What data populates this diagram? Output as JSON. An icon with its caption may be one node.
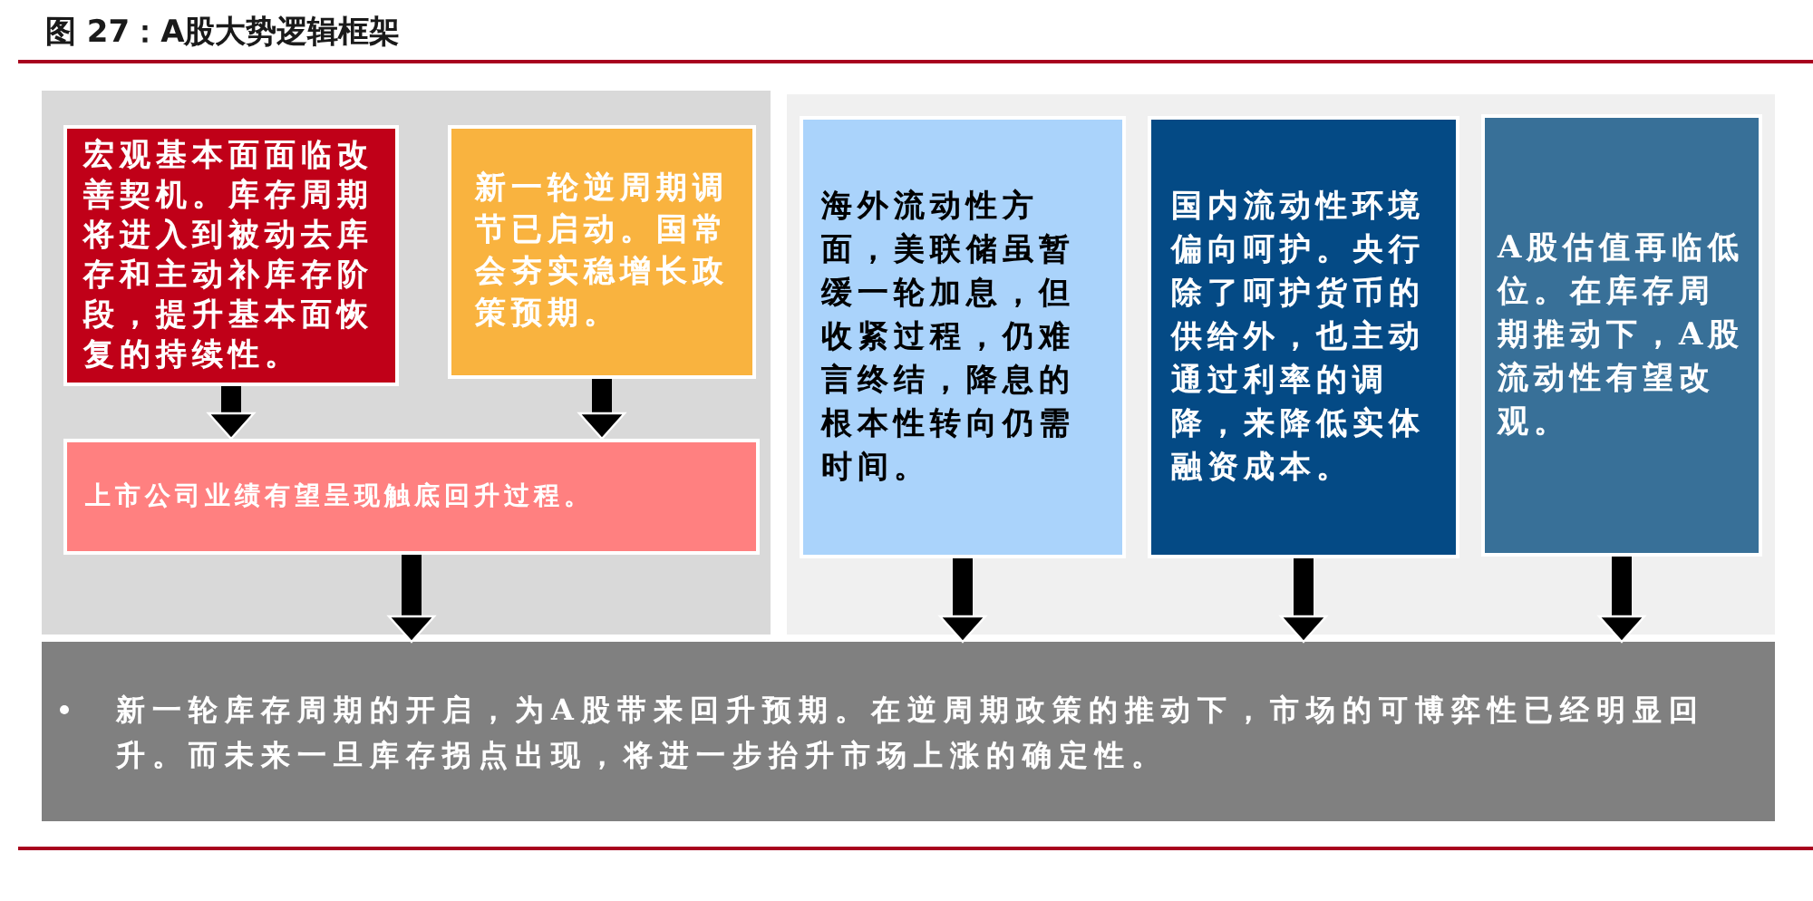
{
  "diagram": {
    "title": "图 27：A股大势逻辑框架",
    "nodes": [
      {
        "text": [],
        "shape": "box"
      },
      {
        "text": [
          "宏观基本面面临改善契机。库存周期将进入到被动去库存和主动补库存阶段，提升基本面恢复的持续性。"
        ],
        "in": 0
      },
      {
        "text": [
          "新一轮逆周期调节已启动。国常会夯实稳增长政策预期。"
        ],
        "in": 0
      },
      {
        "text": [
          "上市公司业绩有望呈现触底回升过程。"
        ],
        "in": 0
      },
      {
        "text": [],
        "shape": "box"
      },
      {
        "text": [
          "海外流动性方面，美联储虽暂缓一轮加息，但收紧过程，仍难言终结，降息的根本性转向仍需时间。"
        ],
        "in": 4
      },
      {
        "text": [
          "国内流动性环境偏向呵护。央行除了呵护货币的供给外，也主动通过利率的调降，来降低实体融资成本。"
        ],
        "in": 4
      },
      {
        "text": [
          "A股估值再临低位。在库存周期推动下，A股流动性有望改观。"
        ],
        "in": 4
      },
      {
        "text": [
          "新一轮库存周期的开启，为A股带来回升预期。在逆周期政策的推动下，市场的可博弈性已经明显回升。而未来一旦库存拐点出现，将进一步抬升市场上涨的确定性。"
        ]
      }
    ],
    "edges": [
      {
        "from": 1,
        "to": 3,
        "arrow": "to"
      },
      {
        "from": 2,
        "to": 3,
        "arrow": "to"
      },
      {
        "from": 3,
        "to": 8,
        "arrow": "to"
      },
      {
        "from": 5,
        "to": 8,
        "arrow": "to"
      },
      {
        "from": 6,
        "to": 8,
        "arrow": "to"
      },
      {
        "from": 7,
        "to": 8,
        "arrow": "to"
      }
    ]
  }
}
